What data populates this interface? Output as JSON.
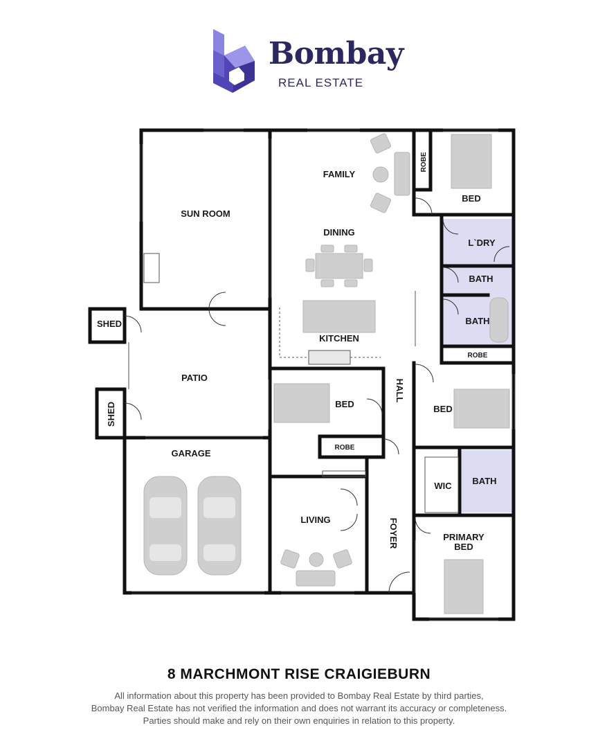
{
  "brand": {
    "name": "Bombay",
    "subtitle": "REAL ESTATE",
    "colors": {
      "primary": "#2b2860",
      "logo_light": "#8b84e0",
      "logo_dark": "#4a3fb0"
    }
  },
  "rooms": {
    "sun_room": "SUN ROOM",
    "family": "FAMILY",
    "dining": "DINING",
    "kitchen": "KITCHEN",
    "bed_top_right": "BED",
    "robe_top_right": "ROBE",
    "laundry": "L`DRY",
    "bath_upper": "BATH",
    "bath_middle": "BATH",
    "robe_mid_right": "ROBE",
    "shed_top": "SHED",
    "patio": "PATIO",
    "shed_bottom": "SHED",
    "bed_center": "BED",
    "robe_center": "ROBE",
    "hall": "HALL",
    "bed_right": "BED",
    "wic": "WIC",
    "bath_ensuite": "BATH",
    "garage": "GARAGE",
    "living": "LIVING",
    "foyer": "FOYER",
    "primary_bed_line1": "PRIMARY",
    "primary_bed_line2": "BED"
  },
  "colors": {
    "wet_area": "#dcdcf2",
    "furniture": "#c8c8c8",
    "wall": "#111111"
  },
  "address": "8 MARCHMONT RISE CRAIGIEBURN",
  "disclaimer": [
    "All information about this property has been provided to Bombay Real Estate by third parties,",
    "Bombay Real Estate has not verified the information and does not warrant its accuracy or completeness.",
    "Parties should make and rely on their own enquiries in relation to this property."
  ]
}
